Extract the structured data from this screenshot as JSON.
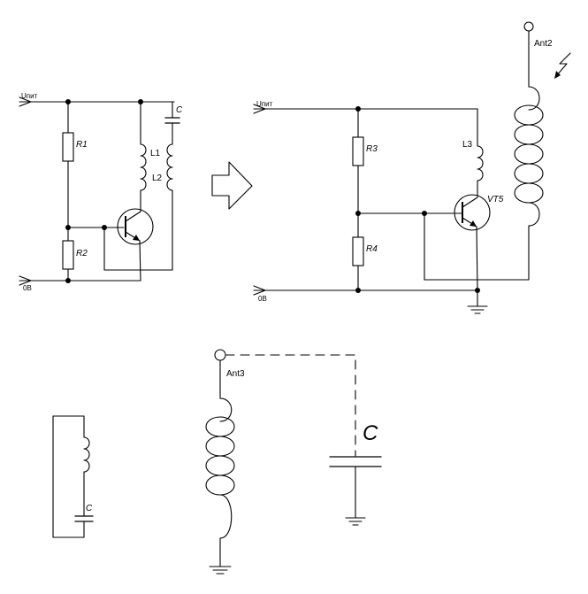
{
  "diagram1": {
    "supply_label": "Uпит",
    "ground_label": "0В",
    "r1": "R1",
    "r2": "R2",
    "l1": "L1",
    "l2": "L2",
    "c": "C"
  },
  "diagram2": {
    "supply_label": "Uпит",
    "ground_label": "0В",
    "r3": "R3",
    "r4": "R4",
    "l3": "L3",
    "transistor": "VT5",
    "antenna": "Ant2"
  },
  "diagram3": {
    "c": "C"
  },
  "diagram4": {
    "antenna": "Ant3",
    "c": "C"
  }
}
